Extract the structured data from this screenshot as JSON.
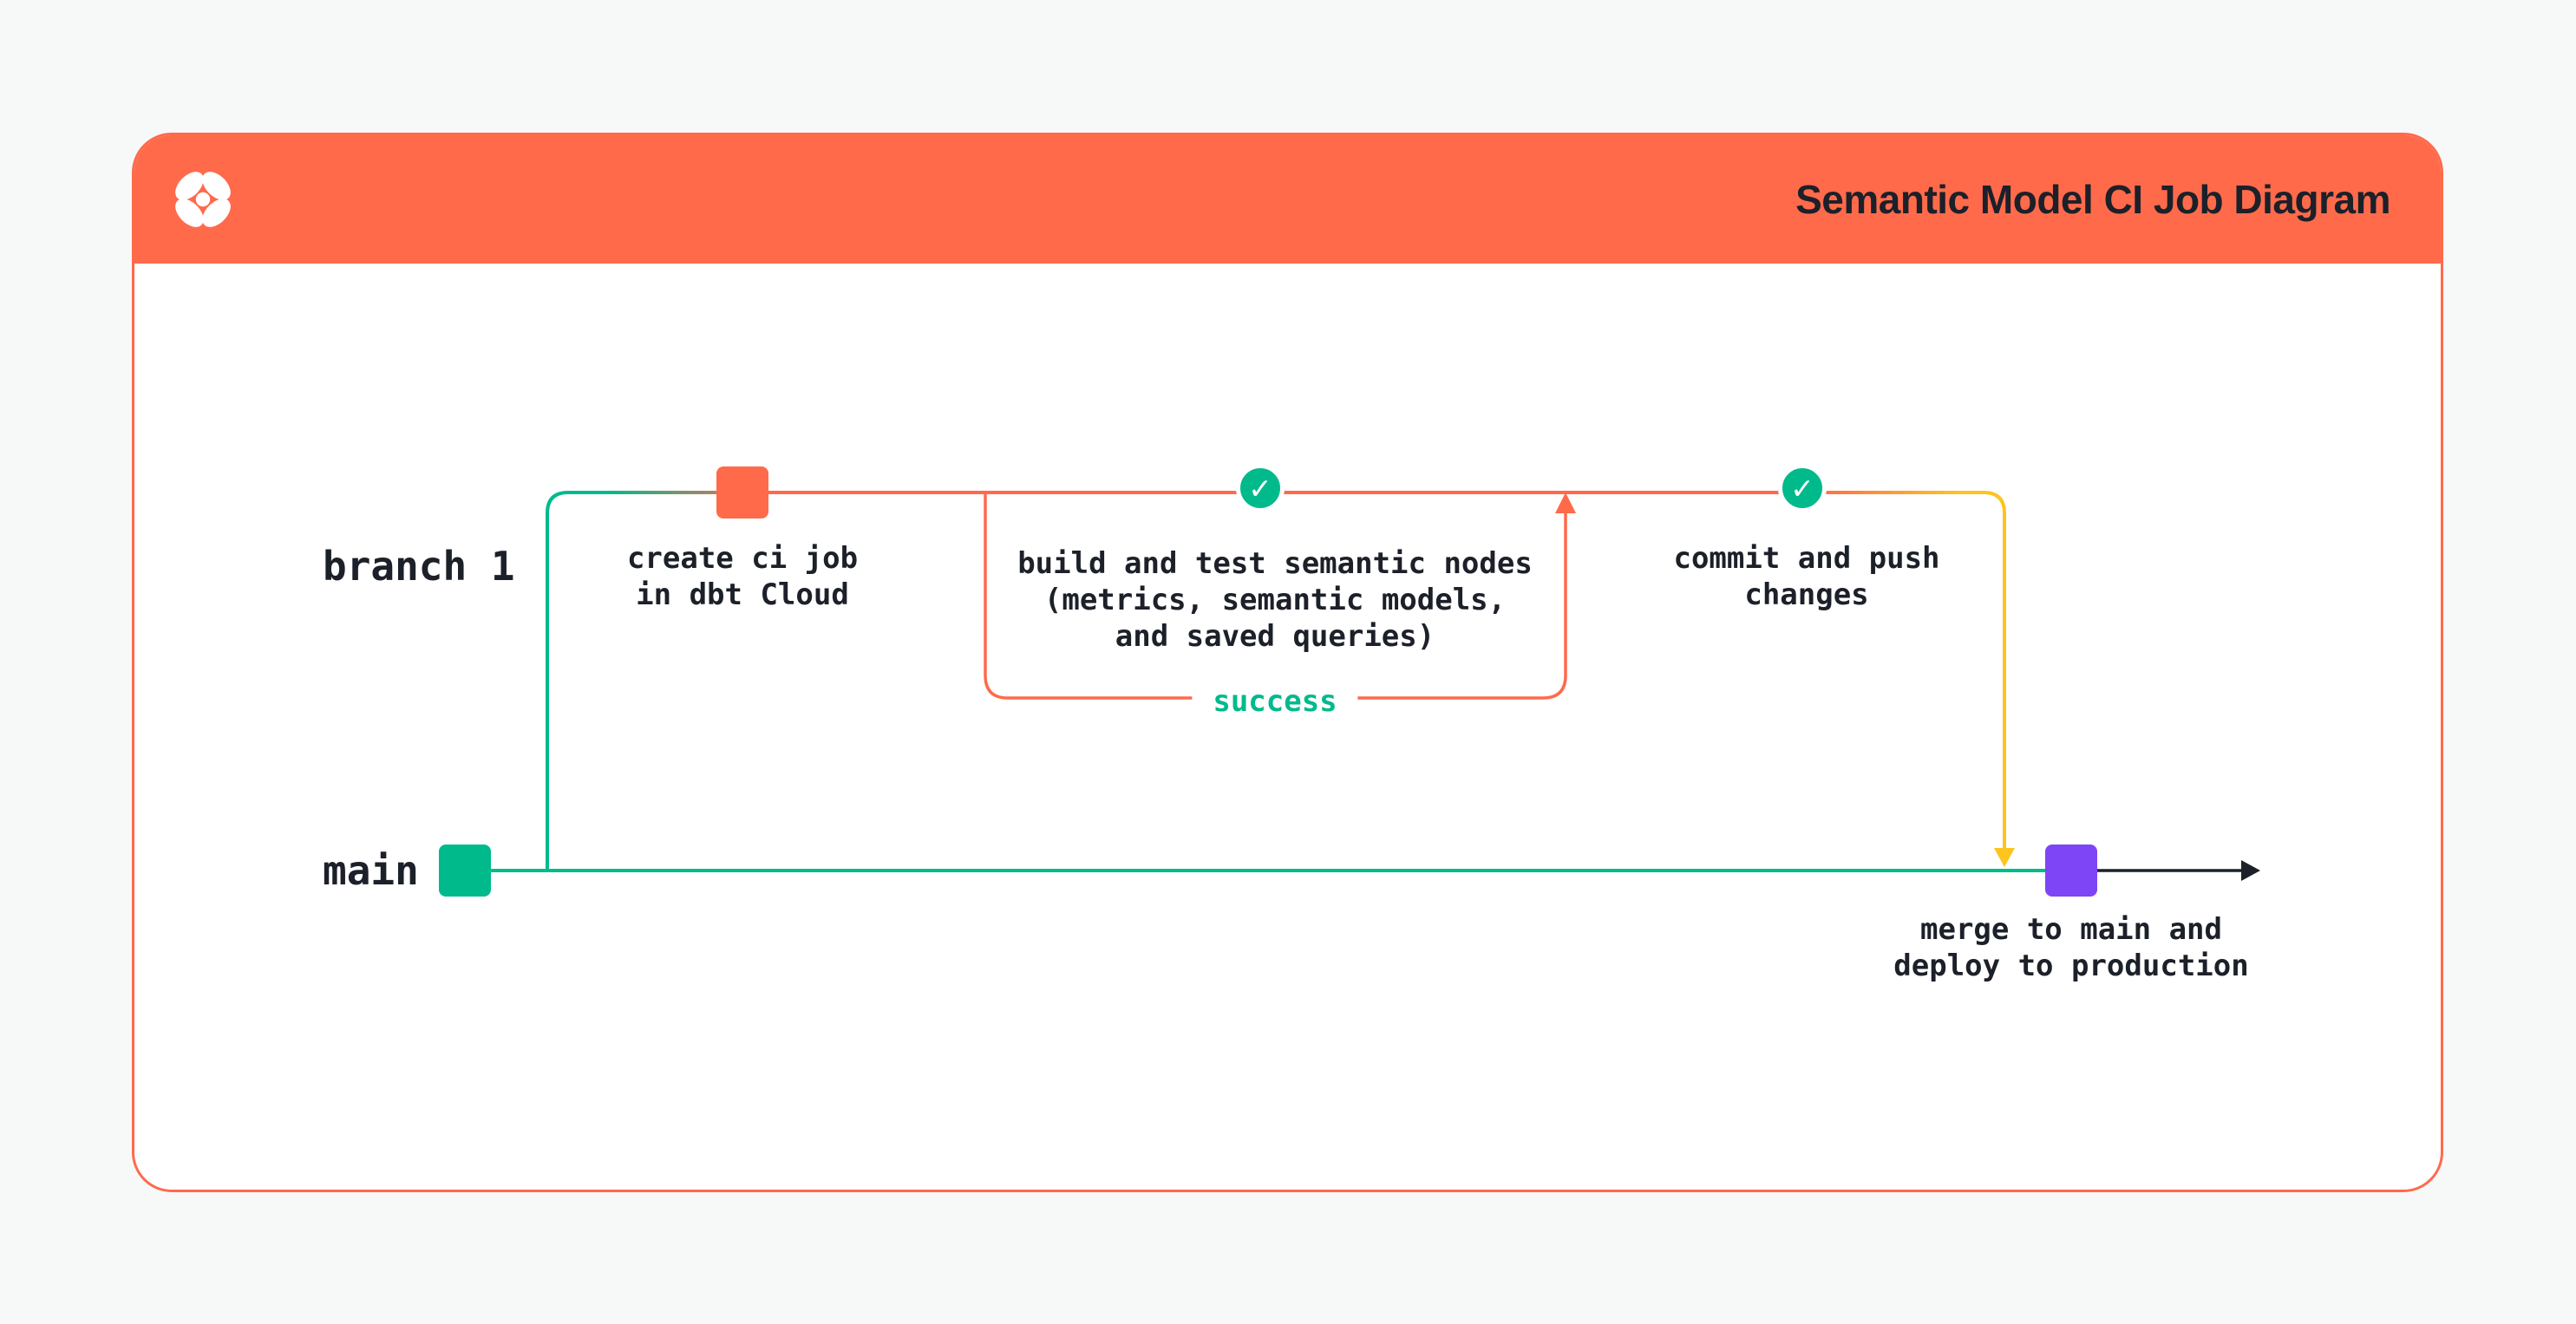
{
  "header": {
    "title": "Semantic Model CI Job Diagram"
  },
  "colors": {
    "background": "#f7f8f8",
    "teal": "#00ba8c",
    "orange": "#ff6a4b",
    "yellow": "#fdc41f",
    "purple": "#7d45f5",
    "ink": "#1c2029"
  },
  "diagram": {
    "branches": {
      "branch1": "branch 1",
      "main": "main"
    },
    "steps": {
      "create_ci": {
        "line1": "create ci job",
        "line2": "in dbt Cloud"
      },
      "build_test": {
        "line1": "build and test semantic nodes",
        "line2": "(metrics, semantic models,",
        "line3": "and saved queries)"
      },
      "loop_status": "success",
      "commit_push": {
        "line1": "commit and push",
        "line2": "changes"
      },
      "merge": {
        "line1": "merge to main and",
        "line2": "deploy to production"
      }
    },
    "check_glyph": "✓"
  }
}
